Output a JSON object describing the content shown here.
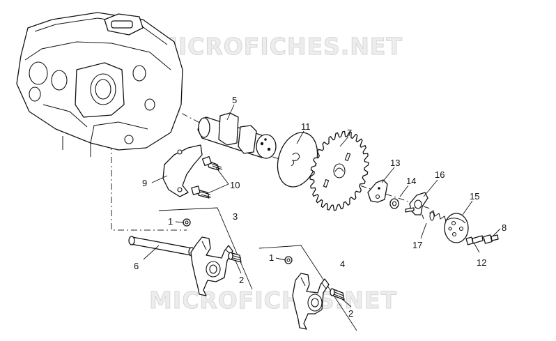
{
  "watermark": {
    "text": "MICROFICHES.NET"
  },
  "callouts": [
    {
      "id": "c5",
      "label": "5"
    },
    {
      "id": "c11",
      "label": "11"
    },
    {
      "id": "c7",
      "label": "7"
    },
    {
      "id": "c13",
      "label": "13"
    },
    {
      "id": "c14",
      "label": "14"
    },
    {
      "id": "c16",
      "label": "16"
    },
    {
      "id": "c15",
      "label": "15"
    },
    {
      "id": "c8",
      "label": "8"
    },
    {
      "id": "c12",
      "label": "12"
    },
    {
      "id": "c17",
      "label": "17"
    },
    {
      "id": "c9",
      "label": "9"
    },
    {
      "id": "c10",
      "label": "10"
    },
    {
      "id": "c3",
      "label": "3"
    },
    {
      "id": "c1a",
      "label": "1"
    },
    {
      "id": "c6",
      "label": "6"
    },
    {
      "id": "c2a",
      "label": "2"
    },
    {
      "id": "c1b",
      "label": "1"
    },
    {
      "id": "c4",
      "label": "4"
    },
    {
      "id": "c2b",
      "label": "2"
    }
  ]
}
